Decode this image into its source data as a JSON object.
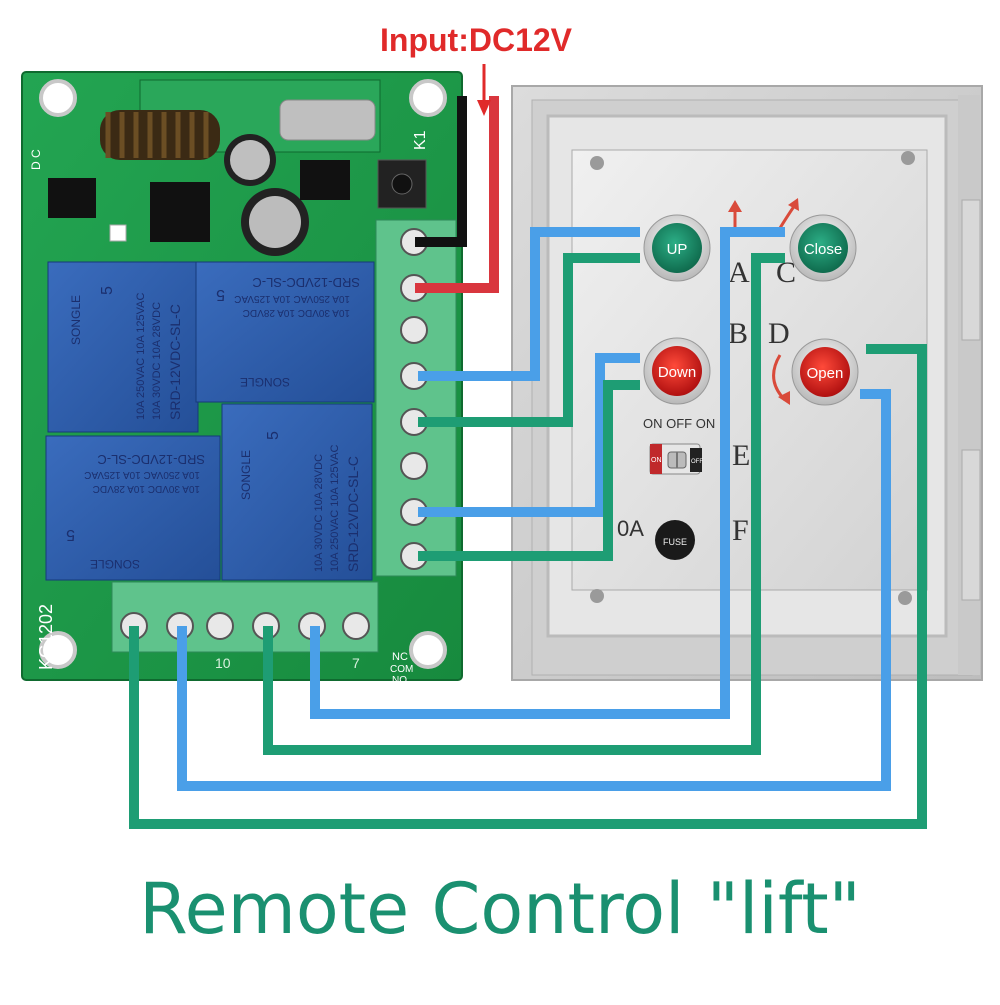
{
  "input_label": "Input:DC12V",
  "title": "Remote Control \"lift\"",
  "buttons": {
    "up": "UP",
    "close": "Close",
    "down": "Down",
    "open": "Open"
  },
  "relay_text": {
    "model": "SRD-12VDC-SL-C",
    "brand": "SONGLE",
    "rating_1": "10A 250VAC  10A 125VAC",
    "rating_2": "10A 30VDC  10A 28VDC",
    "number": "5"
  },
  "board_text": {
    "model": "KG1202",
    "k1": "K1",
    "pin_nc": "NC",
    "pin_com": "COM",
    "pin_no": "NO",
    "pin_ten": "10",
    "pin_seven": "7",
    "side_label": "D C"
  },
  "panel_text": {
    "letter_a": "A",
    "letter_b": "B",
    "letter_c": "C",
    "letter_d": "D",
    "letter_e": "E",
    "letter_f": "F",
    "on_off_on": "ON OFF ON",
    "switch_on": "ON",
    "switch_off": "OFF",
    "fuse_rating": "0A",
    "fuse_label": "FUSE"
  },
  "colors": {
    "wire_blue": "#4a9fe8",
    "wire_green": "#1e9d74",
    "wire_red": "#d9363e",
    "wire_black": "#111111",
    "pcb_green": "#1d9a4a",
    "relay_blue": "#2a5aa8",
    "button_green": "#1a8a66",
    "button_red": "#d42020",
    "title_teal": "#1a9070",
    "label_red": "#e02a2a"
  }
}
